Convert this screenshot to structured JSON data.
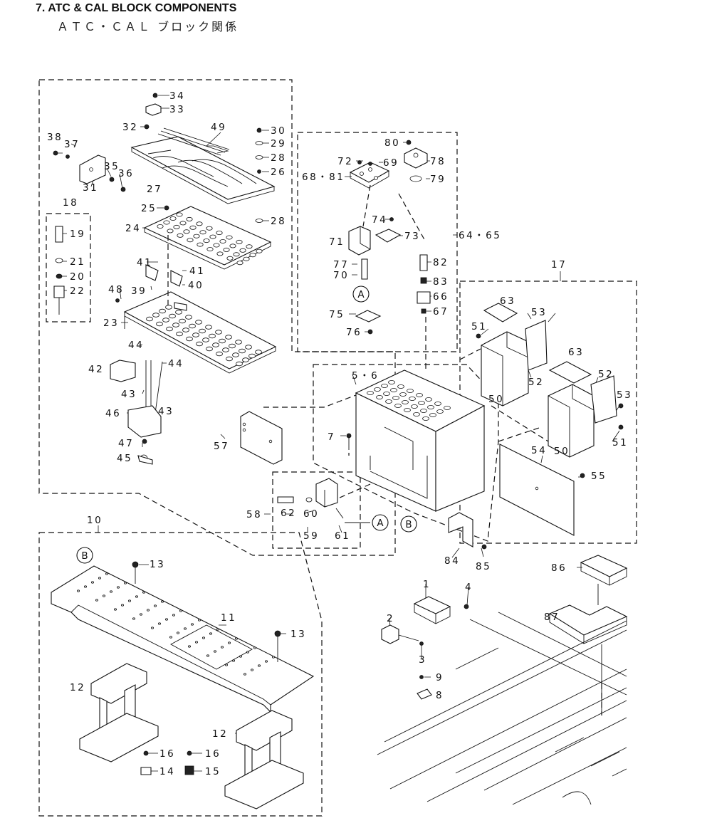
{
  "header": {
    "title_en": "7.  ATC & CAL BLOCK COMPONENTS",
    "title_jp": "ＡＴＣ・ＣＡＬ ブロック関係"
  },
  "callouts": [
    {
      "id": "c34",
      "text": "34"
    },
    {
      "id": "c33",
      "text": "33"
    },
    {
      "id": "c32",
      "text": "32"
    },
    {
      "id": "c49",
      "text": "49"
    },
    {
      "id": "c30",
      "text": "30"
    },
    {
      "id": "c29",
      "text": "29"
    },
    {
      "id": "c28a",
      "text": "28"
    },
    {
      "id": "c26",
      "text": "26"
    },
    {
      "id": "c38",
      "text": "38"
    },
    {
      "id": "c37",
      "text": "37"
    },
    {
      "id": "c35",
      "text": "35"
    },
    {
      "id": "c36",
      "text": "36"
    },
    {
      "id": "c31",
      "text": "31"
    },
    {
      "id": "c27",
      "text": "27"
    },
    {
      "id": "c25",
      "text": "25"
    },
    {
      "id": "c28b",
      "text": "28"
    },
    {
      "id": "c24",
      "text": "24"
    },
    {
      "id": "c18",
      "text": "18"
    },
    {
      "id": "c19",
      "text": "19"
    },
    {
      "id": "c21",
      "text": "21"
    },
    {
      "id": "c20",
      "text": "20"
    },
    {
      "id": "c22",
      "text": "22"
    },
    {
      "id": "c41a",
      "text": "41"
    },
    {
      "id": "c41b",
      "text": "41"
    },
    {
      "id": "c40",
      "text": "40"
    },
    {
      "id": "c39",
      "text": "39"
    },
    {
      "id": "c48",
      "text": "48"
    },
    {
      "id": "c23",
      "text": "23"
    },
    {
      "id": "c44a",
      "text": "44"
    },
    {
      "id": "c42",
      "text": "42"
    },
    {
      "id": "c44b",
      "text": "44"
    },
    {
      "id": "c43a",
      "text": "43"
    },
    {
      "id": "c46",
      "text": "46"
    },
    {
      "id": "c43b",
      "text": "43"
    },
    {
      "id": "c47",
      "text": "47"
    },
    {
      "id": "c45",
      "text": "45"
    },
    {
      "id": "c80",
      "text": "80"
    },
    {
      "id": "c78",
      "text": "78"
    },
    {
      "id": "c72",
      "text": "72"
    },
    {
      "id": "c69",
      "text": "69"
    },
    {
      "id": "c6881",
      "text": "68・81"
    },
    {
      "id": "c79",
      "text": "79"
    },
    {
      "id": "c74",
      "text": "74"
    },
    {
      "id": "c73",
      "text": "73"
    },
    {
      "id": "c6465",
      "text": "64・65"
    },
    {
      "id": "c71",
      "text": "71"
    },
    {
      "id": "c77",
      "text": "77"
    },
    {
      "id": "c70",
      "text": "70"
    },
    {
      "id": "c82",
      "text": "82"
    },
    {
      "id": "c83",
      "text": "83"
    },
    {
      "id": "c66",
      "text": "66"
    },
    {
      "id": "c75",
      "text": "75"
    },
    {
      "id": "c67",
      "text": "67"
    },
    {
      "id": "c76",
      "text": "76"
    },
    {
      "id": "c17",
      "text": "17"
    },
    {
      "id": "c63a",
      "text": "63"
    },
    {
      "id": "c53a",
      "text": "53"
    },
    {
      "id": "c51a",
      "text": "51"
    },
    {
      "id": "c63b",
      "text": "63"
    },
    {
      "id": "c52a",
      "text": "52"
    },
    {
      "id": "c52b",
      "text": "52"
    },
    {
      "id": "c53b",
      "text": "53"
    },
    {
      "id": "c50a",
      "text": "50"
    },
    {
      "id": "c50b",
      "text": "50"
    },
    {
      "id": "c51b",
      "text": "51"
    },
    {
      "id": "c56",
      "text": "5・6"
    },
    {
      "id": "c7",
      "text": "7"
    },
    {
      "id": "c57",
      "text": "57"
    },
    {
      "id": "c54",
      "text": "54"
    },
    {
      "id": "c55",
      "text": "55"
    },
    {
      "id": "c58",
      "text": "58"
    },
    {
      "id": "c62",
      "text": "62"
    },
    {
      "id": "c60",
      "text": "60"
    },
    {
      "id": "c59",
      "text": "59"
    },
    {
      "id": "c61",
      "text": "61"
    },
    {
      "id": "c84",
      "text": "84"
    },
    {
      "id": "c85",
      "text": "85"
    },
    {
      "id": "c10",
      "text": "10"
    },
    {
      "id": "c13a",
      "text": "13"
    },
    {
      "id": "c11",
      "text": "11"
    },
    {
      "id": "c13b",
      "text": "13"
    },
    {
      "id": "c12a",
      "text": "12"
    },
    {
      "id": "c12b",
      "text": "12"
    },
    {
      "id": "c16a",
      "text": "16"
    },
    {
      "id": "c14",
      "text": "14"
    },
    {
      "id": "c16b",
      "text": "16"
    },
    {
      "id": "c15",
      "text": "15"
    },
    {
      "id": "c86",
      "text": "86"
    },
    {
      "id": "c87",
      "text": "87"
    },
    {
      "id": "c1",
      "text": "1"
    },
    {
      "id": "c4",
      "text": "4"
    },
    {
      "id": "c2",
      "text": "2"
    },
    {
      "id": "c3",
      "text": "3"
    },
    {
      "id": "c9",
      "text": "9"
    },
    {
      "id": "c8",
      "text": "8"
    }
  ],
  "markers": [
    {
      "id": "mA1",
      "text": "A"
    },
    {
      "id": "mA2",
      "text": "A"
    },
    {
      "id": "mB1",
      "text": "B"
    },
    {
      "id": "mB2",
      "text": "B"
    }
  ]
}
